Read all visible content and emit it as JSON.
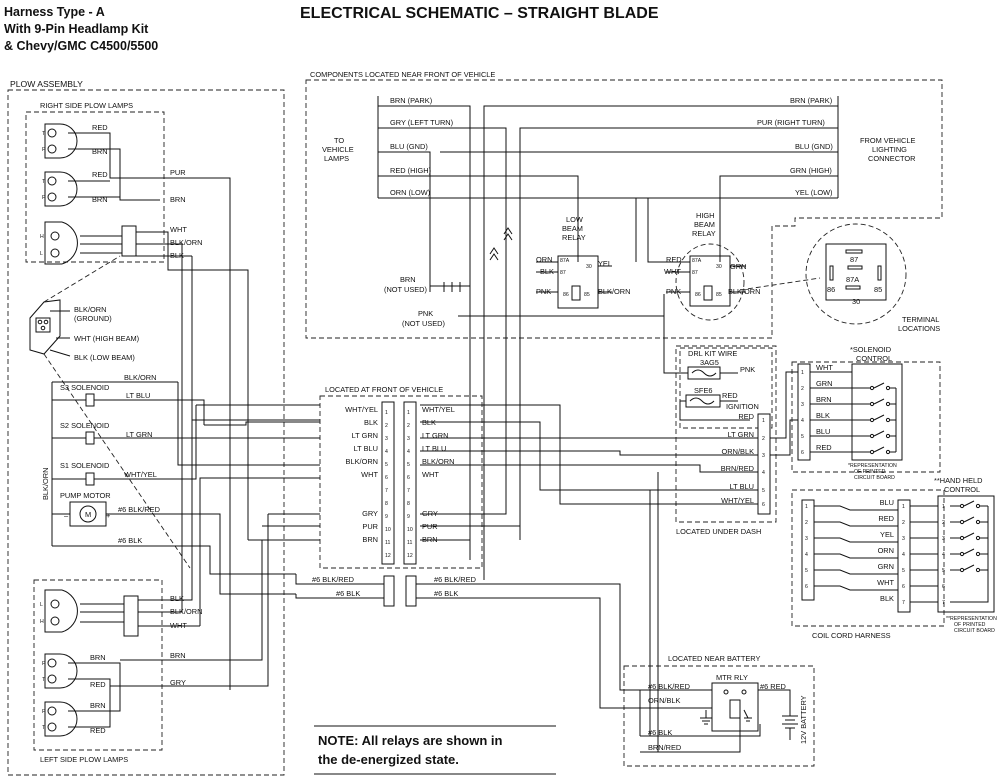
{
  "header": {
    "harness_line1": "Harness Type - A",
    "harness_line2": "With 9-Pin Headlamp Kit",
    "harness_line3": "& Chevy/GMC C4500/5500",
    "title": "ELECTRICAL SCHEMATIC – STRAIGHT BLADE"
  },
  "plow": {
    "assembly": "PLOW ASSEMBLY",
    "right_lamps": "RIGHT SIDE PLOW LAMPS",
    "left_lamps": "LEFT SIDE PLOW LAMPS",
    "connector": [
      "BLK/ORN",
      "(GROUND)",
      "WHT (HIGH BEAM)",
      "BLK (LOW BEAM)"
    ],
    "s3": "S3 SOLENOID",
    "s2": "S2 SOLENOID",
    "s1": "S1 SOLENOID",
    "pump": "PUMP MOTOR",
    "motor": "M",
    "blk_orn_vertical": "BLK/ORN",
    "pin_t": "T",
    "pin_p": "P",
    "pin_h": "H",
    "pin_l": "L"
  },
  "front_components": {
    "label": "COMPONENTS LOCATED NEAR FRONT OF VEHICLE",
    "to_vehicle": [
      "TO",
      "VEHICLE",
      "LAMPS"
    ],
    "from_vehicle": [
      "FROM VEHICLE",
      "LIGHTING",
      "CONNECTOR"
    ],
    "left_wires": [
      "BRN (PARK)",
      "GRY (LEFT TURN)",
      "BLU (GND)",
      "RED (HIGH)",
      "ORN (LOW)"
    ],
    "right_wires": [
      "BRN (PARK)",
      "PUR (RIGHT TURN)",
      "BLU (GND)",
      "GRN (HIGH)",
      "YEL (LOW)"
    ],
    "brn_not_used": [
      "BRN",
      "(NOT USED)"
    ],
    "pnk_not_used": [
      "PNK",
      "(NOT USED)"
    ],
    "low_relay": [
      "LOW",
      "BEAM",
      "RELAY"
    ],
    "high_relay": [
      "HIGH",
      "BEAM",
      "RELAY"
    ],
    "terminal_locations": [
      "TERMINAL",
      "LOCATIONS"
    ],
    "terminal_pins": [
      "87",
      "87A",
      "86",
      "85",
      "30"
    ]
  },
  "front_connector": {
    "label": "LOCATED AT FRONT OF VEHICLE",
    "left": [
      "WHT/YEL",
      "BLK",
      "LT GRN",
      "LT BLU",
      "BLK/ORN",
      "WHT",
      "",
      "",
      "GRY",
      "PUR",
      "BRN",
      ""
    ],
    "right": [
      "WHT/YEL",
      "BLK",
      "LT GRN",
      "LT BLU",
      "BLK/ORN",
      "WHT",
      "",
      "",
      "GRY",
      "PUR",
      "BRN",
      ""
    ],
    "pins": [
      "1",
      "2",
      "3",
      "4",
      "5",
      "6",
      "7",
      "8",
      "9",
      "10",
      "11",
      "12"
    ],
    "power_left": [
      "#6 BLK/RED",
      "#6 BLK"
    ],
    "power_right": [
      "#6 BLK/RED",
      "#6 BLK"
    ]
  },
  "dash": {
    "drl_kit": "DRL KIT WIRE",
    "fuse1": "3AG5",
    "fuse2": "SFE6",
    "ignition": "IGNITION",
    "wires": [
      "RED",
      "LT GRN",
      "ORN/BLK",
      "BRN/RED",
      "LT BLU",
      "WHT/YEL"
    ],
    "label": "LOCATED UNDER DASH"
  },
  "solenoid_control": {
    "title": [
      "*SOLENOID",
      "CONTROL"
    ],
    "wires": [
      "WHT",
      "GRN",
      "BRN",
      "BLK",
      "BLU",
      "RED"
    ],
    "footnote": [
      "*REPRESENTATION",
      "OF PRINTED",
      "CIRCUIT BOARD"
    ]
  },
  "hand_held": {
    "title": [
      "**HAND HELD",
      "CONTROL"
    ],
    "wires": [
      "BLU",
      "RED",
      "YEL",
      "ORN",
      "GRN",
      "WHT",
      "BLK"
    ],
    "footnote": [
      "**REPRESENTATION",
      "OF PRINTED",
      "CIRCUIT BOARD"
    ],
    "coil": "COIL CORD HARNESS"
  },
  "battery": {
    "label": "LOCATED NEAR BATTERY",
    "relay": "MTR RLY",
    "wires": [
      "#6 BLK/RED",
      "#6 RED",
      "ORN/BLK",
      "#6 BLK",
      "BRN/RED"
    ],
    "battery": "12V BATTERY"
  },
  "note": [
    "NOTE: All relays are shown in",
    "the de-energized state."
  ]
}
